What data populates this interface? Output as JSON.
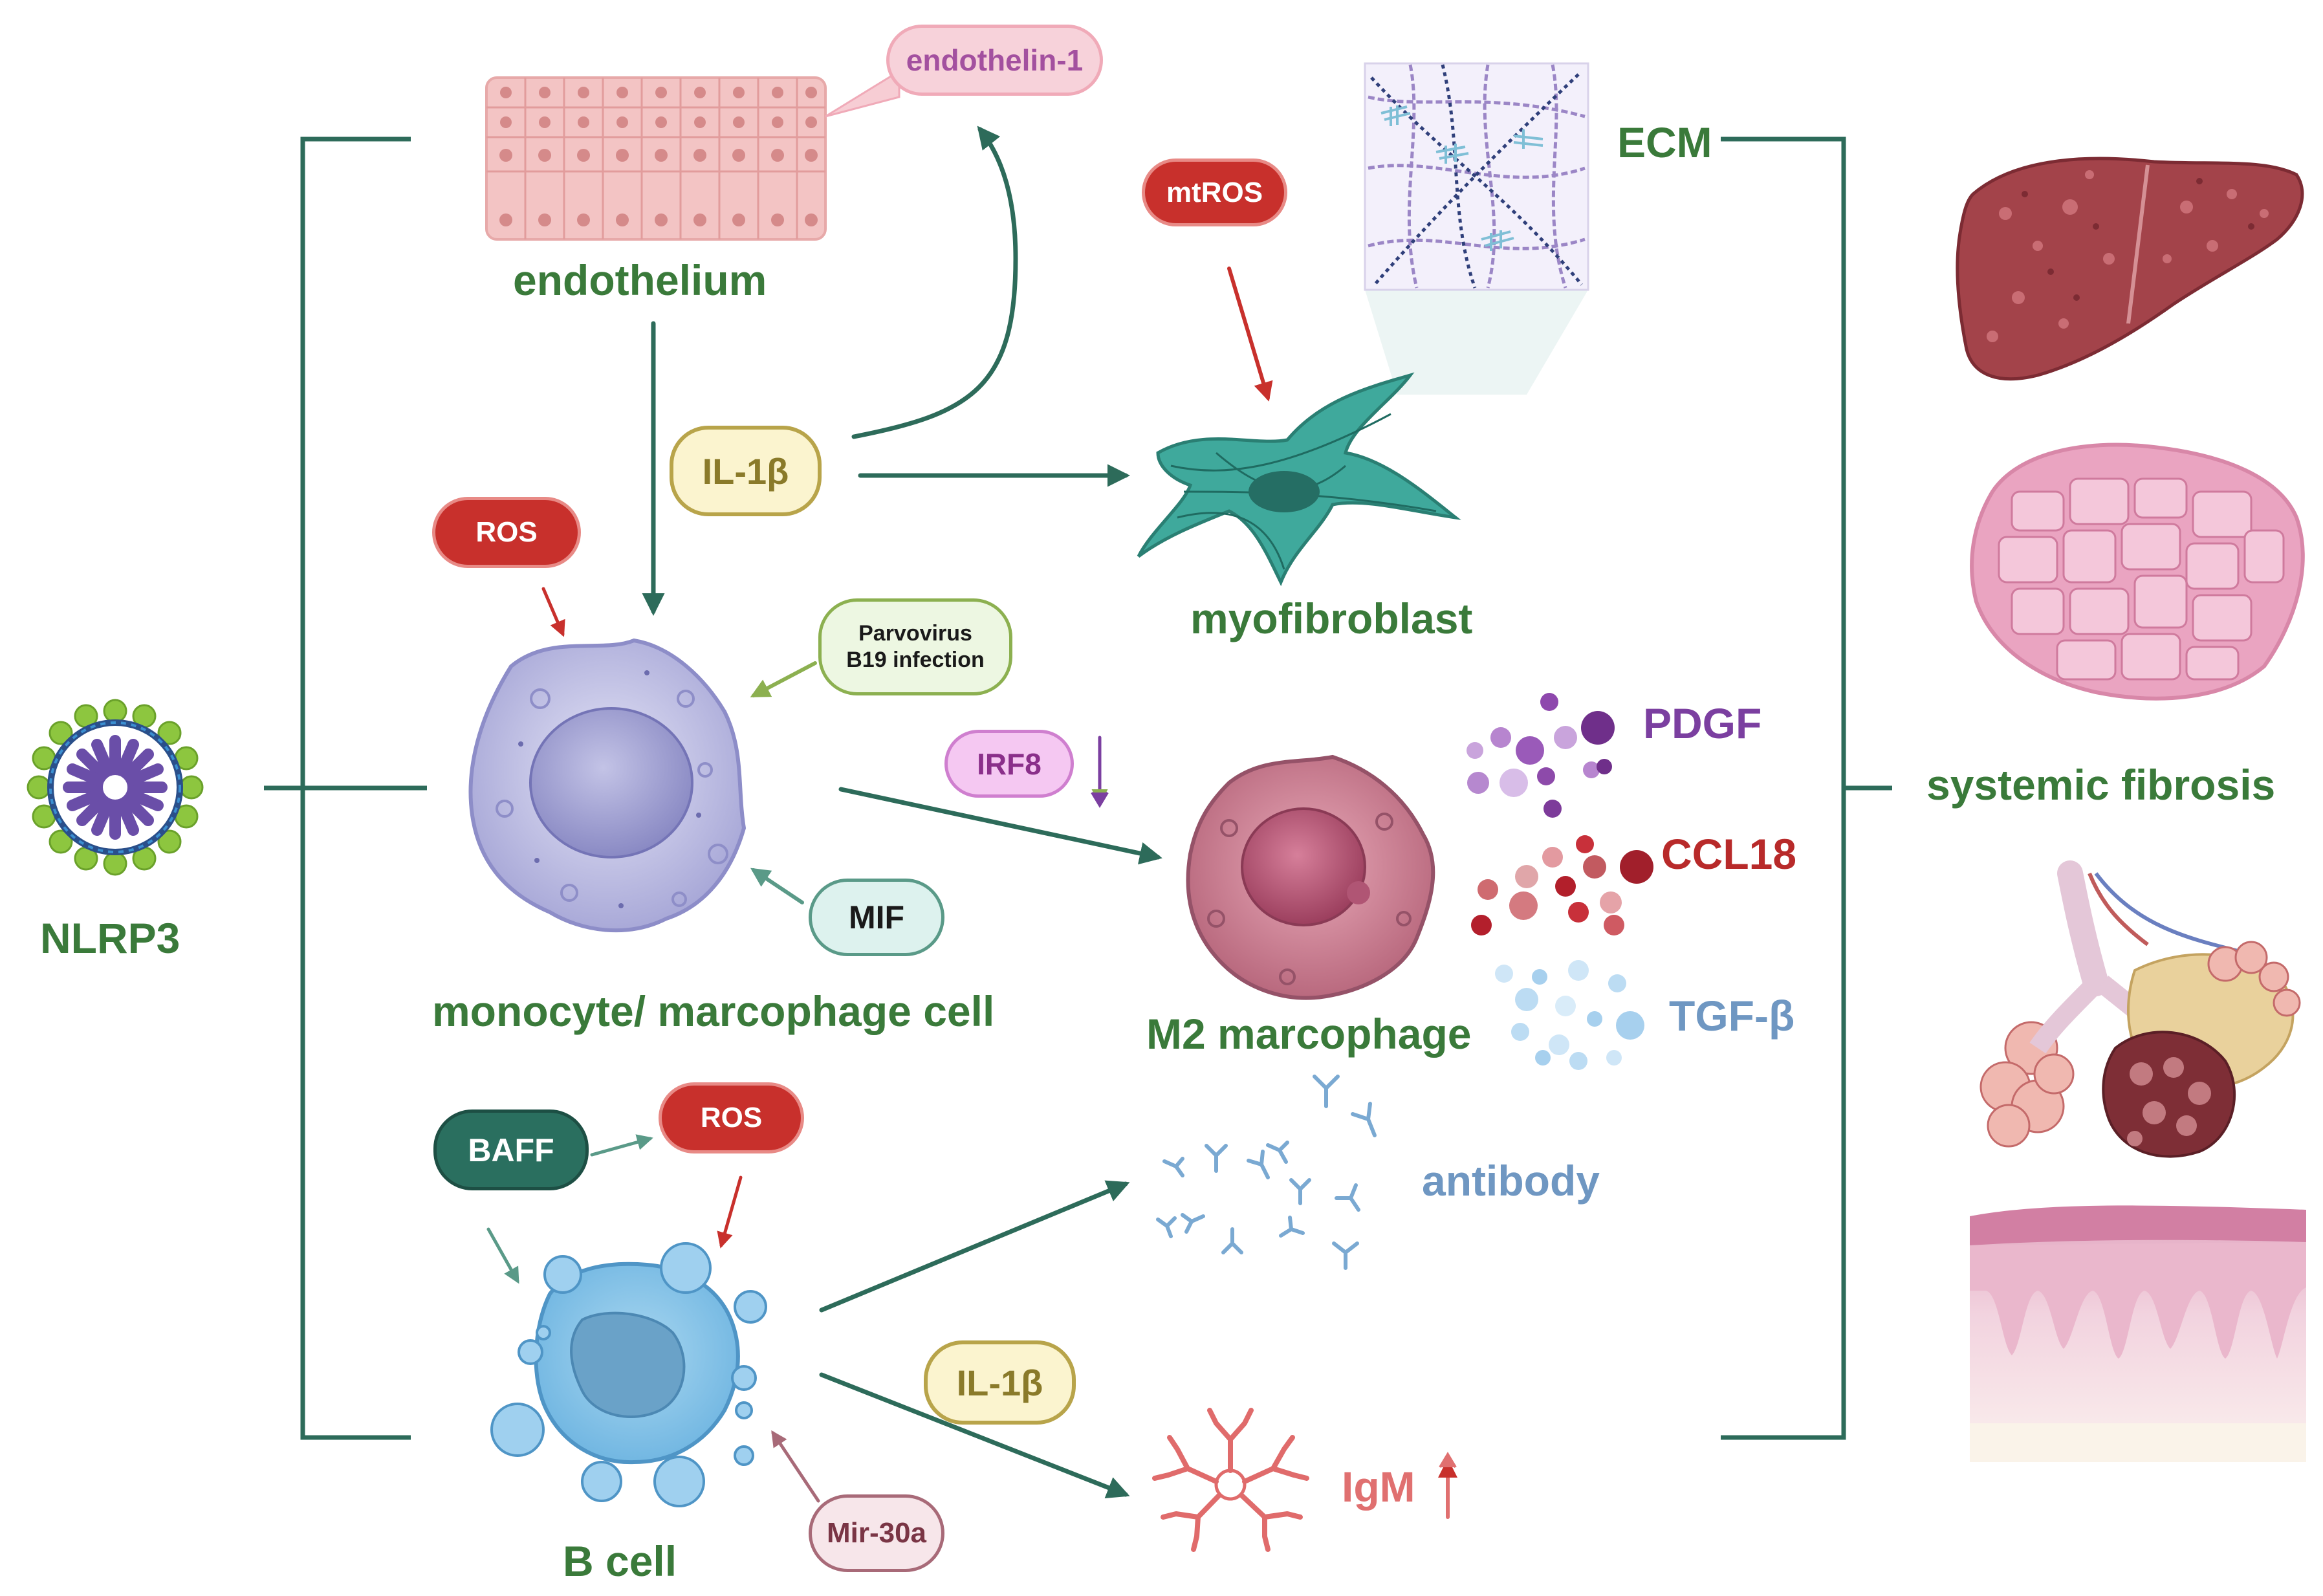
{
  "labels": {
    "endothelium": "endothelium",
    "myofibroblast": "myofibroblast",
    "ecm": "ECM",
    "nlrp3": "NLRP3",
    "monocyte": "monocyte/ marcophage cell",
    "m2": "M2 marcophage",
    "bcell": "B cell",
    "antibody": "antibody",
    "igm": "IgM",
    "pdgf": "PDGF",
    "ccl18": "CCL18",
    "tgfb": "TGF-β",
    "systemic": "systemic fibrosis"
  },
  "pills": {
    "endothelin": "endothelin-1",
    "mtros": "mtROS",
    "il1b_top": "IL-1β",
    "ros_top": "ROS",
    "parvovirus_line1": "Parvovirus",
    "parvovirus_line2": "B19 infection",
    "irf8": "IRF8",
    "mif": "MIF",
    "baff": "BAFF",
    "ros_bottom": "ROS",
    "il1b_bottom": "IL-1β",
    "mir30a": "Mir-30a"
  },
  "colors": {
    "dark_green": "#2d6b5a",
    "label_green": "#3a7a3a",
    "ros_red": "#c8302c",
    "purple": "#7b3fa0",
    "crimson": "#b82a2a",
    "light_blue": "#6f97c2",
    "igm_pink": "#e07070"
  }
}
